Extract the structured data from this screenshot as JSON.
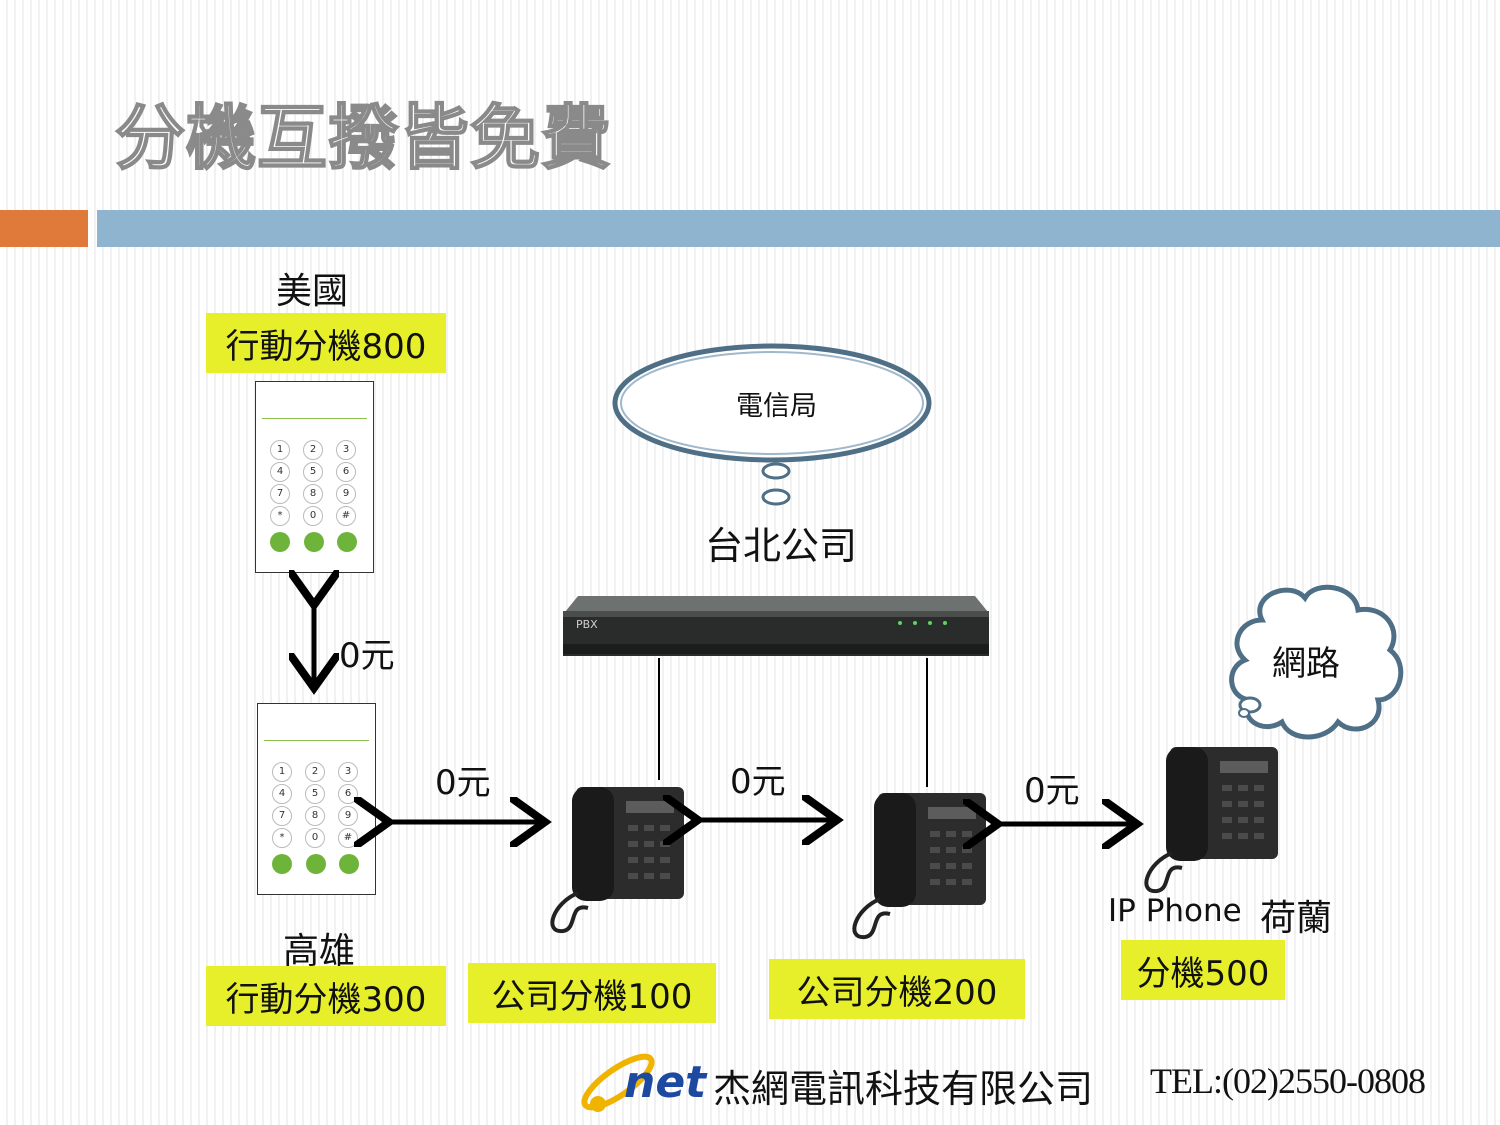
{
  "title": "分機互撥皆免費",
  "colors": {
    "accent_orange": "#e07a3a",
    "accent_blue": "#8fb4d0",
    "label_yellow": "#e6ef2a",
    "cloud_stroke": "#4f6f86"
  },
  "top_left": {
    "location": "美國",
    "label": "行動分機800"
  },
  "bottom_left": {
    "location": "高雄",
    "label": "行動分機300"
  },
  "telecom": {
    "label": "電信局"
  },
  "office": {
    "label": "台北公司",
    "device_text": "PBX"
  },
  "internet": {
    "label": "網路"
  },
  "ext100": {
    "label": "公司分機100"
  },
  "ext200": {
    "label": "公司分機200"
  },
  "ext500": {
    "type": "IP Phone",
    "location": "荷蘭",
    "label": "分機500"
  },
  "costs": {
    "vertical": "0元",
    "left": "0元",
    "middle": "0元",
    "right": "0元"
  },
  "mobile_keypad": [
    "1",
    "2",
    "3",
    "4",
    "5",
    "6",
    "7",
    "8",
    "9",
    "*",
    "0",
    "#"
  ],
  "footer": {
    "logo": "net",
    "company": "杰網電訊科技有限公司",
    "tel": "TEL:(02)2550-0808"
  }
}
